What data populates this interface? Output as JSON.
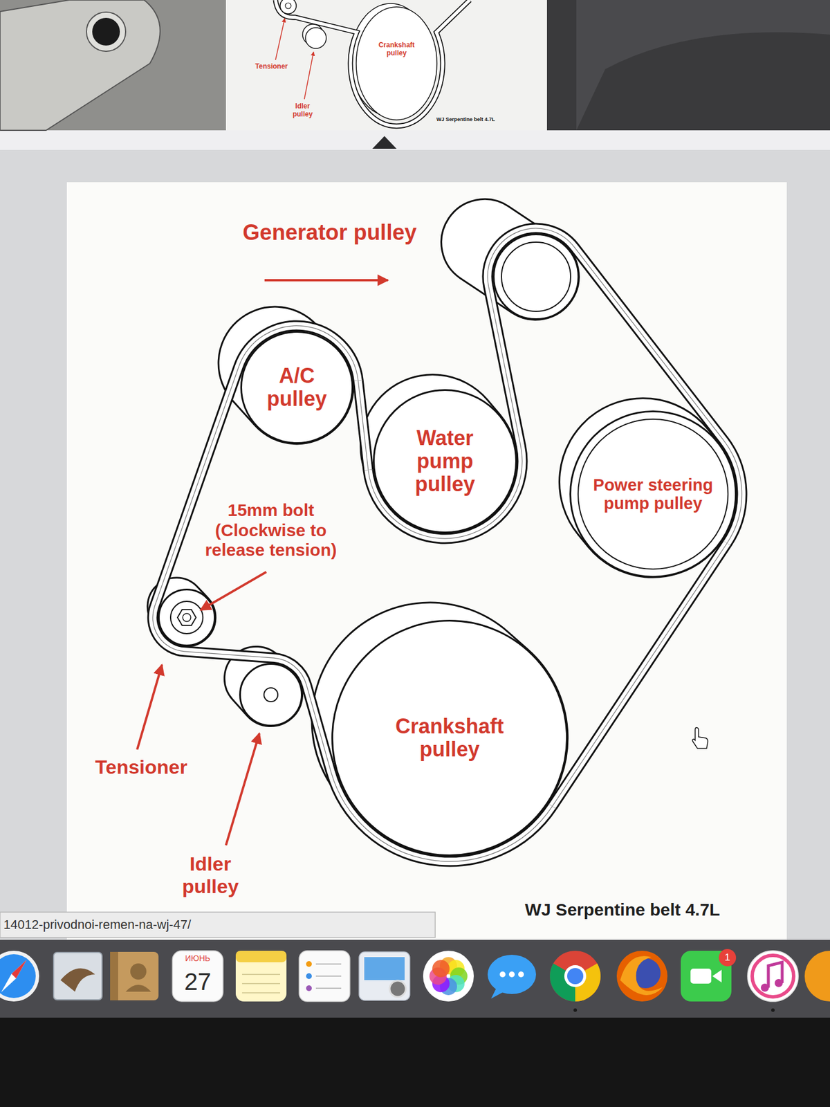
{
  "diagram": {
    "caption": "WJ Serpentine belt 4.7L",
    "nodes": [
      {
        "text": [
          "A/C pulley"
        ]
      },
      {
        "text": [
          "Water pump pulley"
        ]
      },
      {
        "text": [
          "Power steering pump pulley"
        ]
      },
      {
        "text": [
          "Crankshaft pulley"
        ]
      }
    ],
    "edges": [
      {
        "from": 0,
        "to": 1,
        "arrow": "none"
      },
      {
        "from": 2,
        "to": 3,
        "arrow": "none"
      }
    ],
    "labels": [
      "Crankshaft pulley",
      "Tensioner",
      "Idler pulley",
      "WJ Serpentine belt 4.7L",
      "Generator pulley",
      "15mm bolt (Clockwise to release tension)",
      "Tensioner",
      "Idler pulley",
      "14012-privodnoi-remen-na-wj-47/",
      "ИЮНЬ",
      "27",
      "1"
    ]
  }
}
